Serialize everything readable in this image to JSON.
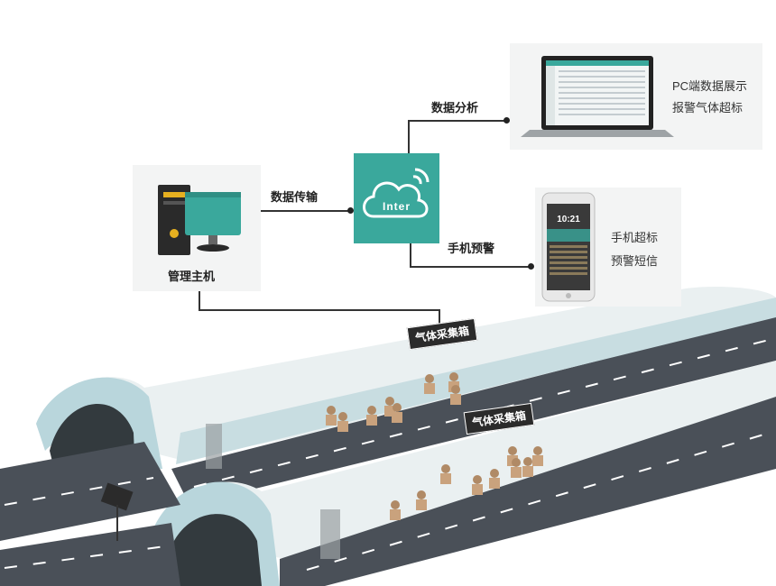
{
  "host": {
    "label": "管理主机"
  },
  "cloud": {
    "label": "Inter"
  },
  "links": {
    "transfer": "数据传输",
    "analysis": "数据分析",
    "mobile_alert": "手机预警"
  },
  "pc": {
    "line1": "PC端数据展示",
    "line2": "报警气体超标"
  },
  "phone": {
    "line1": "手机超标",
    "line2": "预警短信",
    "clock": "10:21"
  },
  "tunnel": {
    "box_label_1": "气体采集箱",
    "box_label_2": "气体采集箱"
  },
  "colors": {
    "accent": "#3aa89c",
    "road": "#4a5058",
    "tunnel_rim": "#b9d6dc"
  }
}
